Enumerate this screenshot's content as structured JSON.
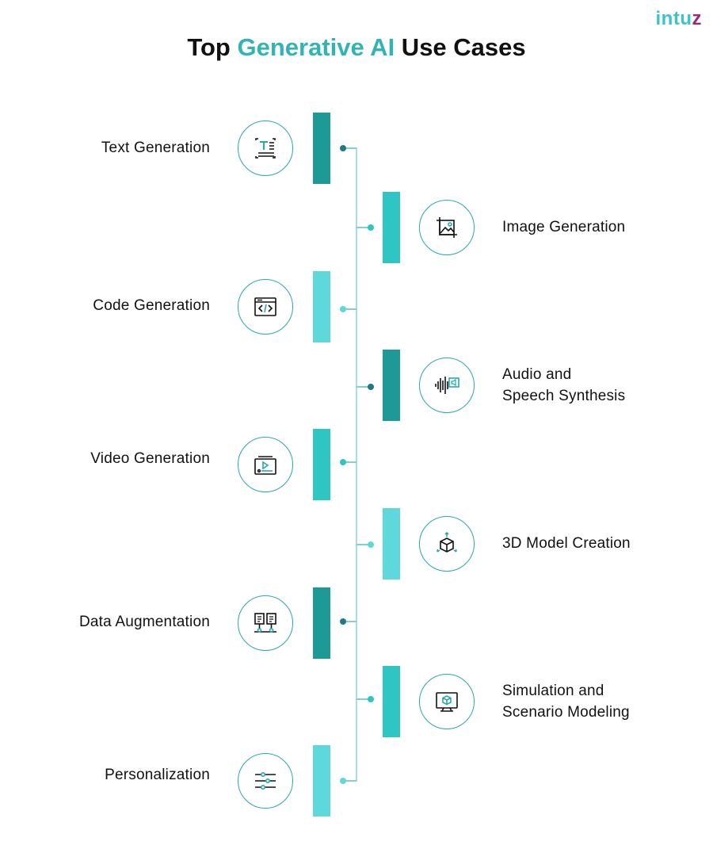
{
  "brand": {
    "logo_part1": "intu",
    "logo_part2": "z"
  },
  "title": {
    "prefix": "Top ",
    "highlight": "Generative AI",
    "suffix": " Use Cases"
  },
  "colors": {
    "dark_teal": "#1e9a96",
    "mid_teal": "#2fc5c3",
    "light_teal": "#5fd8dc",
    "title_accent": "#32b3b4",
    "spine": "#a8dfe2"
  },
  "use_cases": [
    {
      "label_line1": "Text Generation",
      "label_line2": "",
      "icon": "text-icon",
      "side": "left",
      "bar_color": "dark"
    },
    {
      "label_line1": "Image Generation",
      "label_line2": "",
      "icon": "image-icon",
      "side": "right",
      "bar_color": "mid"
    },
    {
      "label_line1": "Code Generation",
      "label_line2": "",
      "icon": "code-icon",
      "side": "left",
      "bar_color": "light"
    },
    {
      "label_line1": "Audio and",
      "label_line2": "Speech Synthesis",
      "icon": "audio-icon",
      "side": "right",
      "bar_color": "dark"
    },
    {
      "label_line1": "Video Generation",
      "label_line2": "",
      "icon": "video-icon",
      "side": "left",
      "bar_color": "mid"
    },
    {
      "label_line1": "3D Model Creation",
      "label_line2": "",
      "icon": "cube-icon",
      "side": "right",
      "bar_color": "light"
    },
    {
      "label_line1": "Data Augmentation",
      "label_line2": "",
      "icon": "data-icon",
      "side": "left",
      "bar_color": "dark"
    },
    {
      "label_line1": "Simulation and",
      "label_line2": "Scenario Modeling",
      "icon": "monitor-cube-icon",
      "side": "right",
      "bar_color": "mid"
    },
    {
      "label_line1": "Personalization",
      "label_line2": "",
      "icon": "sliders-icon",
      "side": "left",
      "bar_color": "light"
    }
  ]
}
